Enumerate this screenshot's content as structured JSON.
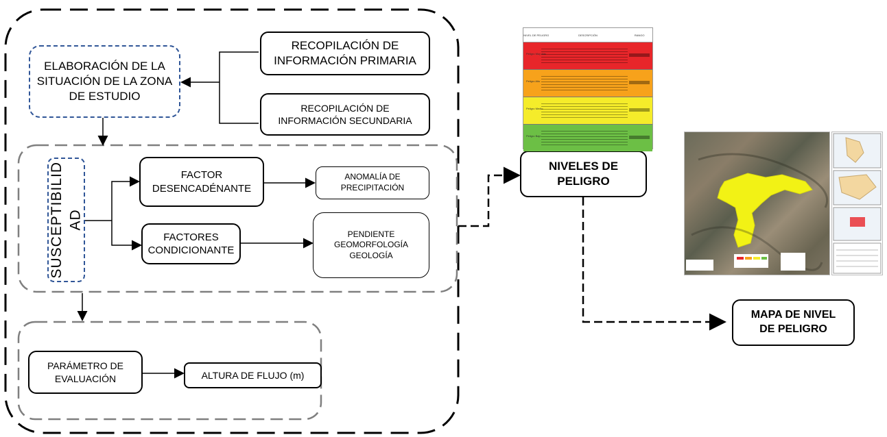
{
  "boxes": {
    "elaboracion": "ELABORACIÓN DE LA\nSITUACIÓN DE LA ZONA\nDE ESTUDIO",
    "info_primaria": "RECOPILACIÓN DE\nINFORMACIÓN PRIMARIA",
    "info_secundaria": "RECOPILACIÓN DE\nINFORMACIÓN SECUNDARIA",
    "susceptibilidad": "SUSCEPTIBILID\nAD",
    "factor_desencadenante": "FACTOR\nDESENCADÉNANTE",
    "anomalia": "ANOMALÍA DE\nPRECIPITACIÓN",
    "factores_condicionante": "FACTORES\nCONDICIONANTE",
    "pendiente": "PENDIENTE\nGEOMORFOLOGÍA\nGEOLOGÍA",
    "parametro": "PARÁMETRO DE\nEVALUACIÓN",
    "altura": "ALTURA DE FLUJO (m)",
    "niveles": "NIVELES DE\nPELIGRO",
    "mapa": "MAPA DE NIVEL\nDE PELIGRO"
  },
  "table_thumbnail": {
    "headers": [
      "NIVEL DE PELIGRO",
      "DESCRIPCIÓN",
      "RANGO"
    ],
    "rows": [
      {
        "label": "Peligro Muy Alto",
        "color": "#e8262a"
      },
      {
        "label": "Peligro Alto",
        "color": "#f7a21b"
      },
      {
        "label": "Peligro Medio",
        "color": "#f5ec2a"
      },
      {
        "label": "Peligro Bajo",
        "color": "#6cbf45"
      }
    ]
  },
  "colors": {
    "blue_dashed": "#2f5597",
    "gray_dashed": "#7f7f7f",
    "hazard_yellow": "#f2f215"
  }
}
